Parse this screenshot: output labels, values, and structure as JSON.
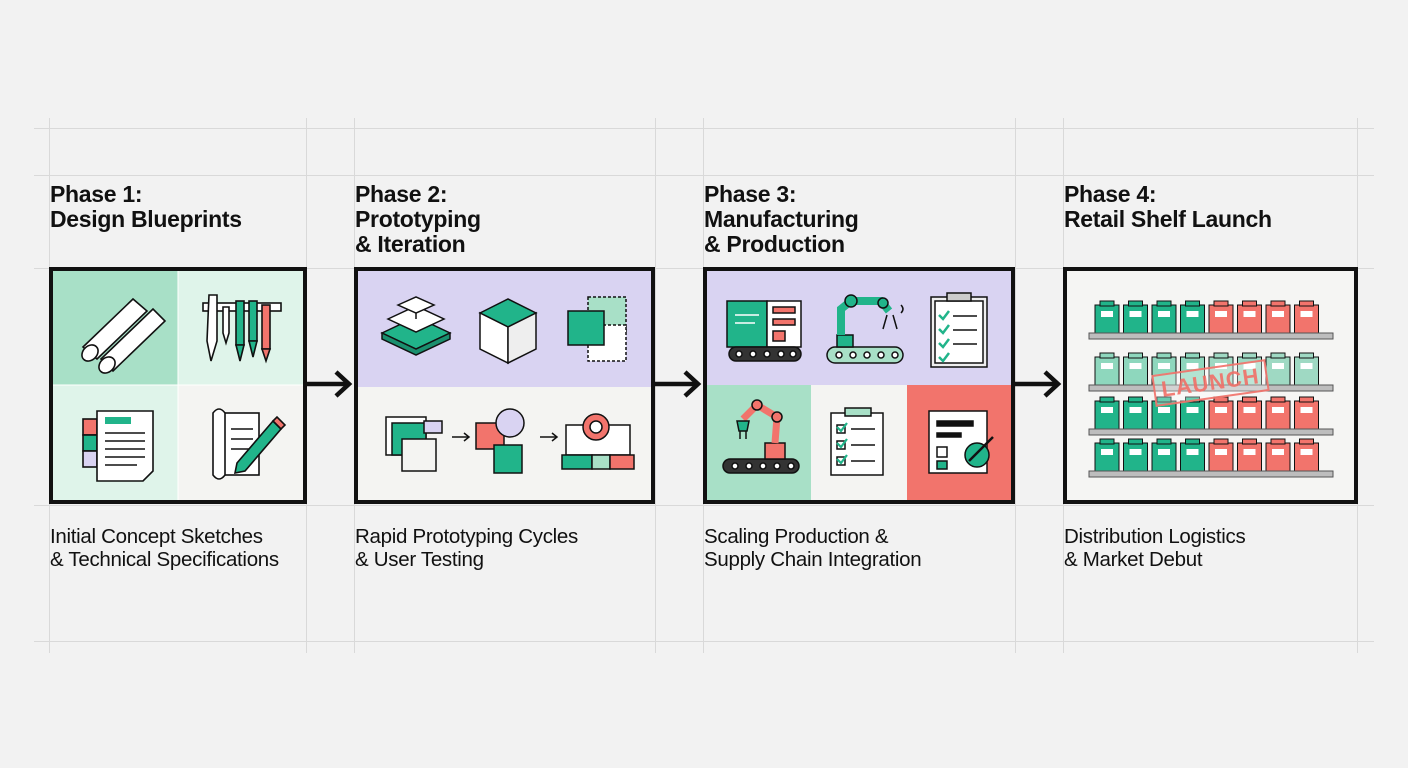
{
  "colors": {
    "mint": "#a8e0c7",
    "mint_light": "#dff4ea",
    "teal": "#21b48a",
    "coral": "#f2746c",
    "lavender": "#d9d3f2",
    "ink": "#111111"
  },
  "phases": [
    {
      "title_line1": "Phase 1:",
      "title_line2": "Design Blueprints",
      "title_line3": "",
      "desc_line1": "Initial Concept Sketches",
      "desc_line2": "& Technical Specifications",
      "icons": [
        "blueprint-rolls-icon",
        "caliper-pens-icon",
        "spec-documents-icon",
        "sketch-pencil-icon"
      ]
    },
    {
      "title_line1": "Phase 2:",
      "title_line2": "Prototyping",
      "title_line3": "& Iteration",
      "desc_line1": "Rapid Prototyping Cycles",
      "desc_line2": "& User Testing",
      "icons": [
        "layered-model-icon",
        "cube-icon",
        "overlapping-squares-icon",
        "iteration-flow-icon"
      ]
    },
    {
      "title_line1": "Phase 3:",
      "title_line2": "Manufacturing",
      "title_line3": "& Production",
      "desc_line1": "Scaling Production &",
      "desc_line2": "Supply Chain Integration",
      "icons": [
        "factory-machine-icon",
        "robot-arm-icon",
        "checklist-clipboard-icon",
        "assembly-robot-icon",
        "quality-checklist-icon",
        "approval-document-icon"
      ]
    },
    {
      "title_line1": "Phase 4:",
      "title_line2": "Retail Shelf Launch",
      "title_line3": "",
      "desc_line1": "Distribution Logistics",
      "desc_line2": "& Market Debut",
      "stamp": "LAUNCH",
      "icons": [
        "retail-shelf-icon",
        "launch-stamp-icon"
      ]
    }
  ]
}
